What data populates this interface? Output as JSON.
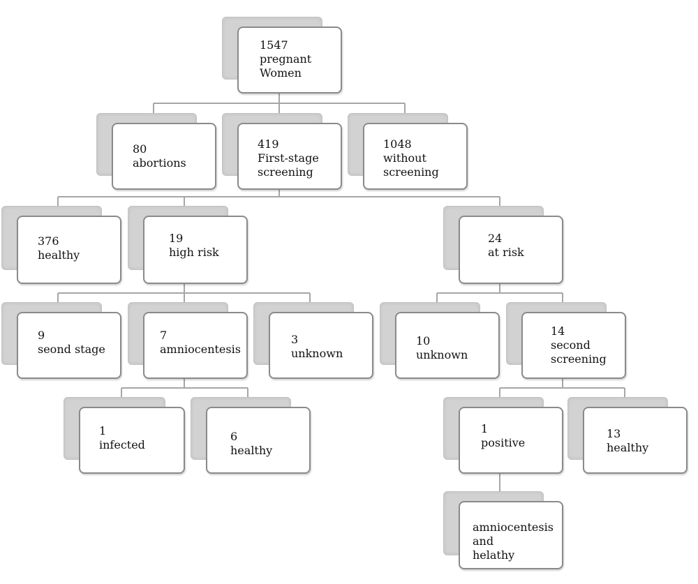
{
  "nodes": {
    "total": [
      "1547",
      "pregnant",
      "Women"
    ],
    "abortions": [
      "80",
      "abortions"
    ],
    "first_stage": [
      "419",
      "First-stage",
      "screening"
    ],
    "without_screening": [
      "1048",
      "without",
      "screening"
    ],
    "healthy_376": [
      "376",
      "healthy"
    ],
    "high_risk": [
      "19",
      "high risk"
    ],
    "at_risk": [
      "24",
      "at risk"
    ],
    "second_stage": [
      "9",
      "seond stage"
    ],
    "amniocentesis": [
      "7",
      "amniocentesis"
    ],
    "unknown_3": [
      "3",
      "unknown"
    ],
    "unknown_10": [
      "10",
      "unknown"
    ],
    "second_screening": [
      "14",
      "second",
      "screening"
    ],
    "infected": [
      "1",
      "infected"
    ],
    "healthy_6": [
      "6",
      "healthy"
    ],
    "positive": [
      "1",
      "positive"
    ],
    "healthy_13": [
      "13",
      "healthy"
    ],
    "amnio_healthy": [
      "amniocentesis",
      "and",
      "helathy"
    ]
  },
  "colors": {
    "connector": "#a6a6a6",
    "box_border": "#8a8a8a",
    "shadow": "#d2d2d2",
    "text": "#111111"
  }
}
